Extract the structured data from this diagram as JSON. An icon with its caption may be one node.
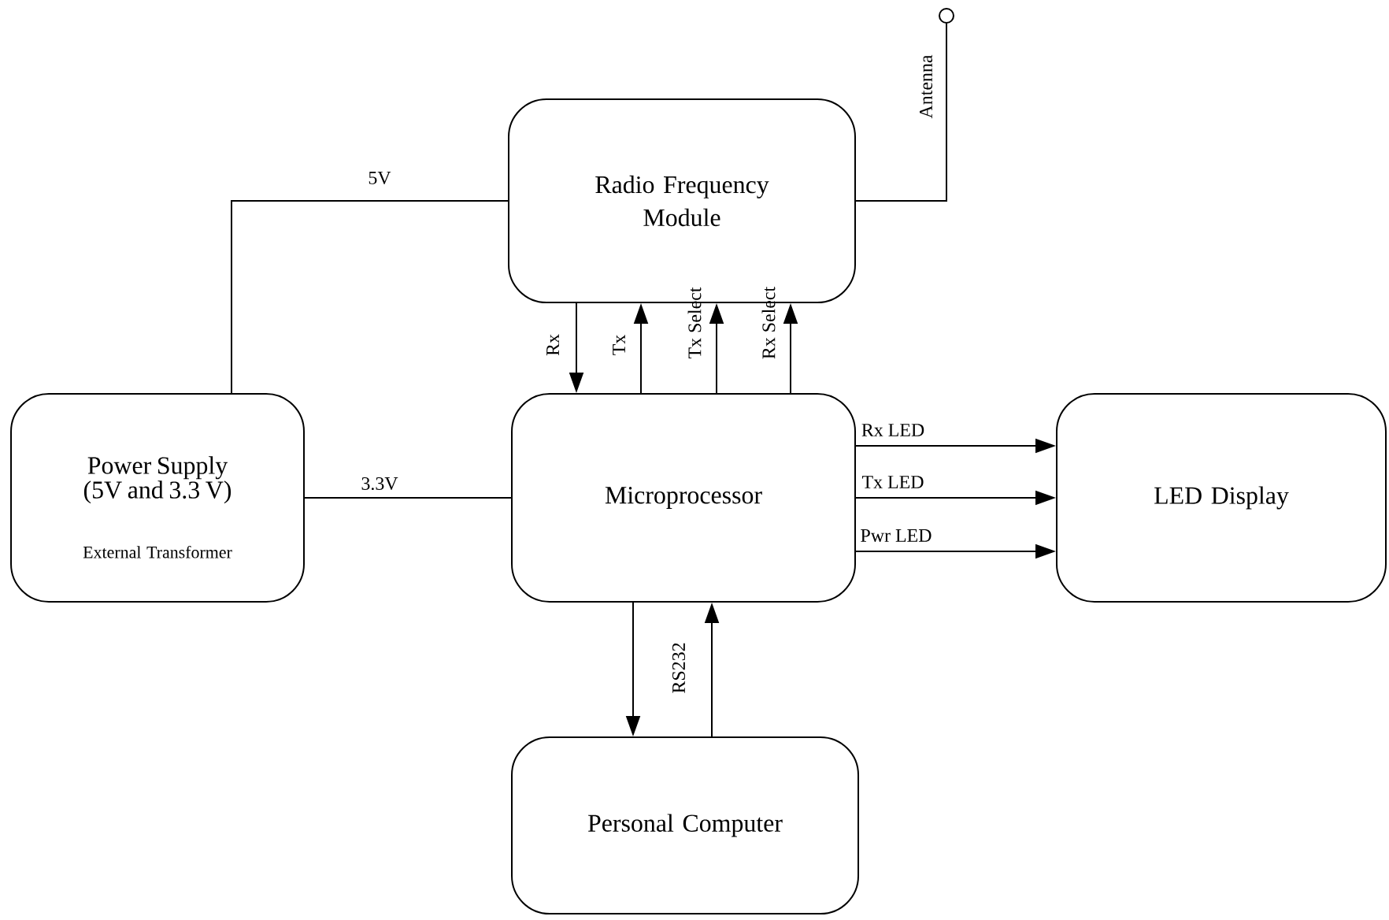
{
  "diagram": {
    "nodes": [
      {
        "text": [
          "Radio Frequency Module"
        ]
      },
      {
        "text": [
          "Power Supply (5V and 3.3 V)",
          "External Transformer"
        ]
      },
      {
        "text": [
          "Microprocessor"
        ]
      },
      {
        "text": [
          "LED Display"
        ]
      },
      {
        "text": [
          "Personal Computer"
        ]
      },
      {
        "text": [],
        "shape": "circle"
      }
    ],
    "edges": [
      {
        "from": 1,
        "to": 0,
        "arrow": "none",
        "label": "5V"
      },
      {
        "from": 1,
        "to": 2,
        "arrow": "none",
        "label": "3.3V"
      },
      {
        "from": 0,
        "to": 5,
        "arrow": "none",
        "label": "Antenna"
      },
      {
        "from": 0,
        "to": 2,
        "arrow": "to",
        "label": "Rx"
      },
      {
        "from": 2,
        "to": 0,
        "arrow": "to",
        "label": "Tx"
      },
      {
        "from": 2,
        "to": 0,
        "arrow": "to",
        "label": "Tx Select"
      },
      {
        "from": 2,
        "to": 0,
        "arrow": "to",
        "label": "Rx Select"
      },
      {
        "from": 2,
        "to": 3,
        "arrow": "to",
        "label": "Rx LED"
      },
      {
        "from": 2,
        "to": 3,
        "arrow": "to",
        "label": "Tx LED"
      },
      {
        "from": 2,
        "to": 3,
        "arrow": "to",
        "label": "Pwr LED"
      },
      {
        "from": 2,
        "to": 4,
        "arrow": "to",
        "label": "RS232"
      },
      {
        "from": 4,
        "to": 2,
        "arrow": "to"
      }
    ]
  }
}
